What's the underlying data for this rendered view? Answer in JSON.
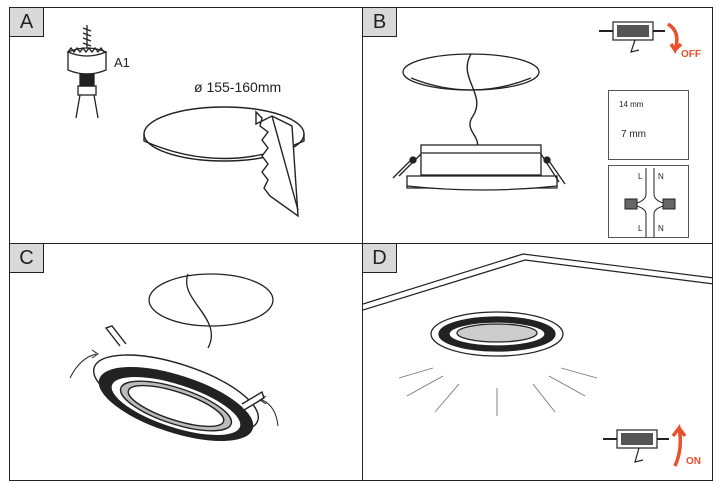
{
  "panels": {
    "a": {
      "tag": "A",
      "tool_label": "A1",
      "diameter_label": "ø 155-160mm"
    },
    "b": {
      "tag": "B",
      "power_label": "OFF",
      "strip_short": "14 mm",
      "strip_long": "7 mm",
      "live": "L",
      "neutral": "N"
    },
    "c": {
      "tag": "C"
    },
    "d": {
      "tag": "D",
      "power_label": "ON"
    }
  },
  "colors": {
    "power_arrow": "#e8502e",
    "tag_bg": "#d9d9d9",
    "line": "#222222"
  }
}
